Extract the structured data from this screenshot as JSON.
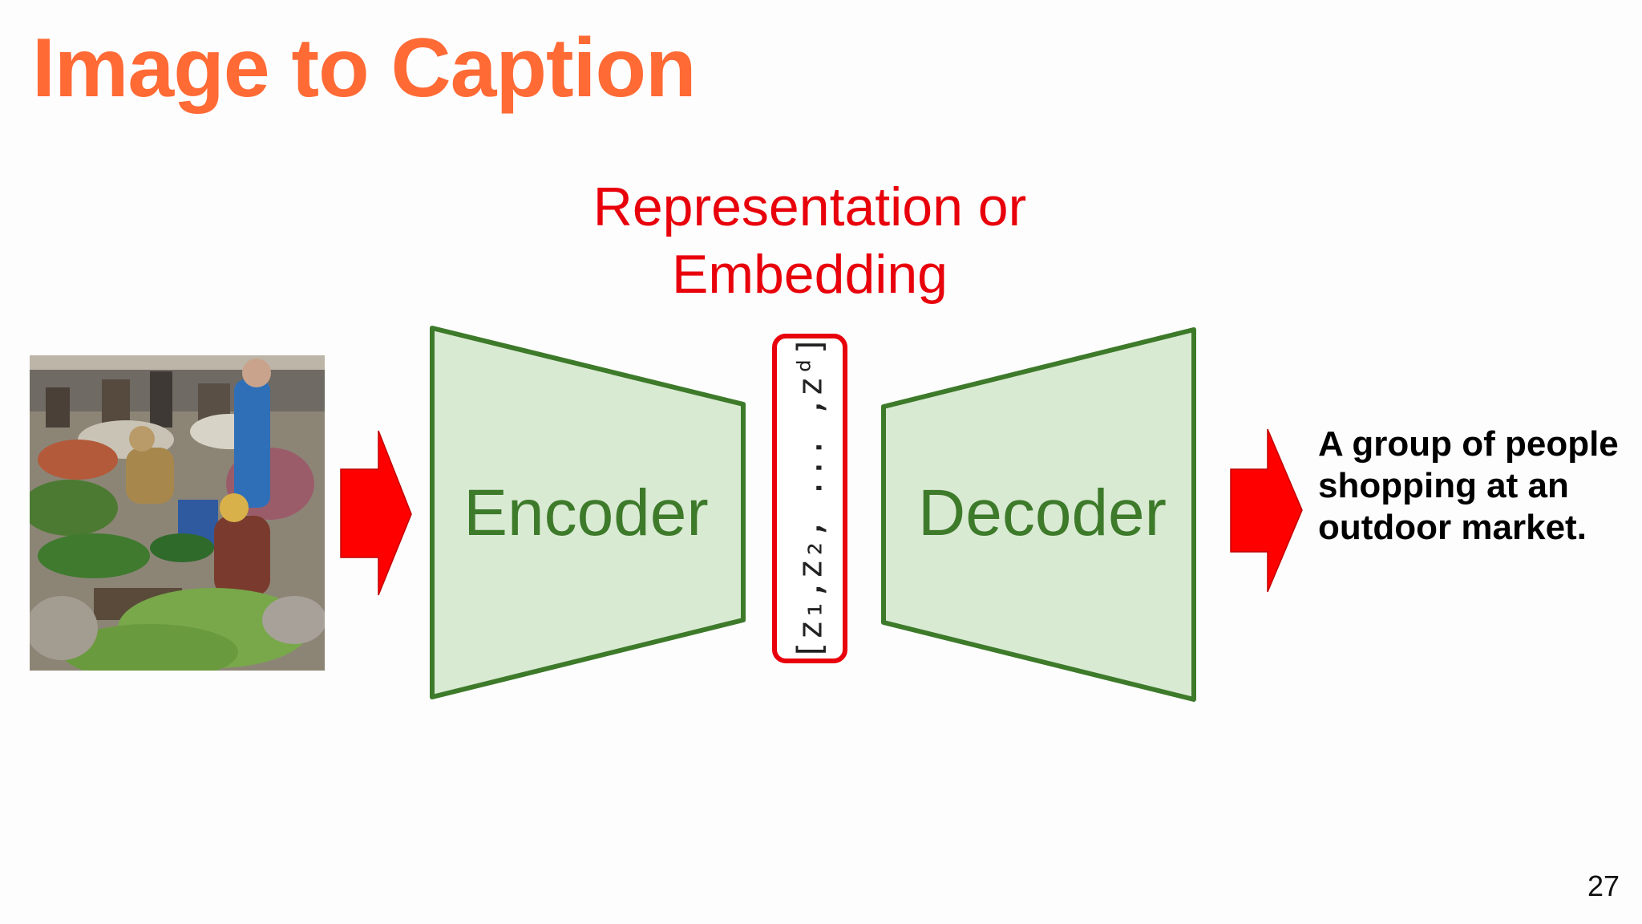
{
  "slide": {
    "title": "Image to Caption",
    "representation_label": [
      "Representation or",
      "Embedding"
    ],
    "encoder_label": "Encoder",
    "decoder_label": "Decoder",
    "embedding_vector": "[z₁,z₂, ... ,zᵈ]",
    "caption_lines": [
      "A group of people",
      "shopping at an",
      "outdoor market."
    ],
    "page_number": "27"
  },
  "colors": {
    "title": "#ff6a35",
    "representation": "#e8000b",
    "block_fill": "#d9ead3",
    "block_stroke": "#3d7a2a",
    "block_text": "#3d7a2a",
    "arrow": "#ff0000",
    "embedding_border": "#e8000b"
  },
  "icons": {
    "input_image": "market-photo",
    "arrows": "right-arrow-icon"
  }
}
